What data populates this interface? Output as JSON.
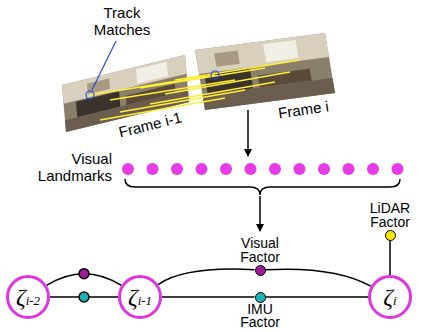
{
  "diagram": {
    "nodes": [
      {
        "text": [
          "LiDAR Factor"
        ]
      },
      {
        "text": [
          "Visual Factor"
        ]
      },
      {
        "text": [
          "ζi-2"
        ]
      },
      {
        "text": [
          "ζi-1"
        ]
      },
      {
        "text": [
          "ζi"
        ]
      },
      {
        "text": [
          "IMU Factor"
        ]
      }
    ],
    "edges": [
      {
        "from": 2,
        "to": 3,
        "arrow": "none"
      },
      {
        "from": 2,
        "to": 3,
        "arrow": "none"
      },
      {
        "from": 3,
        "to": 1,
        "arrow": "none"
      },
      {
        "from": 1,
        "to": 4,
        "arrow": "none"
      },
      {
        "from": 3,
        "to": 5,
        "arrow": "none"
      },
      {
        "from": 5,
        "to": 4,
        "arrow": "none"
      },
      {
        "from": 0,
        "to": 4,
        "arrow": "none"
      }
    ],
    "labels": [
      "Track Matches",
      "Frame i-1",
      "Frame i",
      "Visual Landmarks"
    ]
  }
}
